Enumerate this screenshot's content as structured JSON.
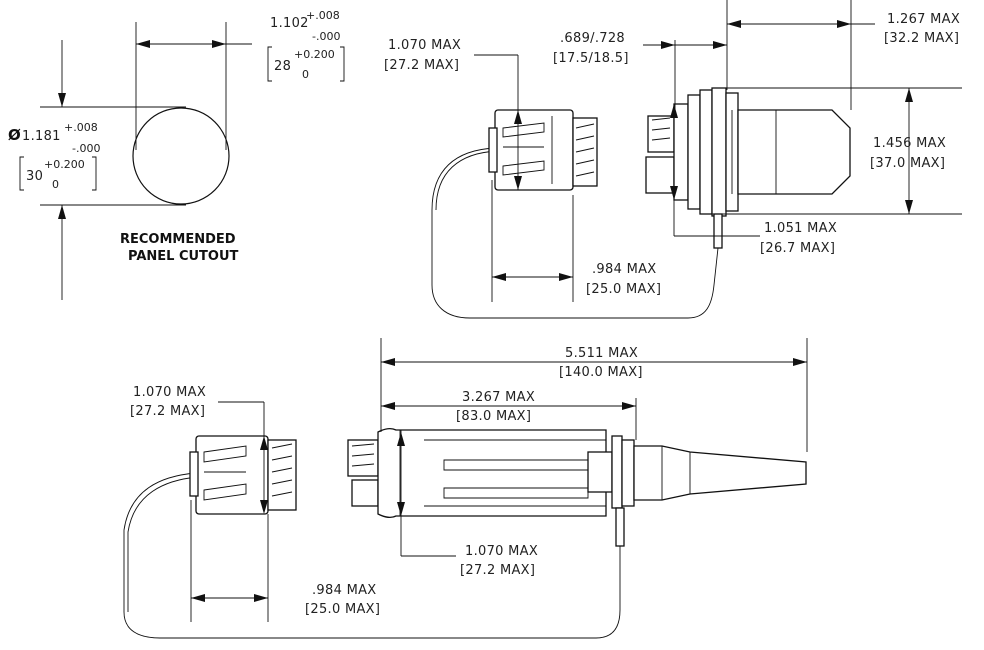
{
  "cutout": {
    "width_nominal": "1.102",
    "width_tol_plus": "+.008",
    "width_tol_minus": "-.000",
    "width_metric_nominal": "28",
    "width_metric_tol_plus": "+0.200",
    "width_metric_tol_minus": "0",
    "diameter_symbol": "Ø",
    "dia_nominal": "1.181",
    "dia_tol_plus": "+.008",
    "dia_tol_minus": "-.000",
    "dia_metric_nominal": "30",
    "dia_metric_tol_plus": "+0.200",
    "dia_metric_tol_minus": "0",
    "label_line1": "RECOMMENDED",
    "label_line2": "PANEL CUTOUT"
  },
  "top_view": {
    "cap_dia": "1.070 MAX",
    "cap_dia_metric": "[27.2 MAX]",
    "panel_range": ".689/.728",
    "panel_range_metric": "[17.5/18.5]",
    "rear_len": "1.267 MAX",
    "rear_len_metric": "[32.2 MAX]",
    "flange_dia": "1.456 MAX",
    "flange_dia_metric": "[37.0 MAX]",
    "body_dia": "1.051 MAX",
    "body_dia_metric": "[26.7 MAX]",
    "cap_len": ".984 MAX",
    "cap_len_metric": "[25.0 MAX]"
  },
  "bottom_view": {
    "overall_len": "5.511 MAX",
    "overall_len_metric": "[140.0 MAX]",
    "body_len": "3.267 MAX",
    "body_len_metric": "[83.0 MAX]",
    "cap_dia": "1.070 MAX",
    "cap_dia_metric": "[27.2 MAX]",
    "plug_dia": "1.070 MAX",
    "plug_dia_metric": "[27.2 MAX]",
    "cap_len": ".984 MAX",
    "cap_len_metric": "[25.0 MAX]"
  }
}
